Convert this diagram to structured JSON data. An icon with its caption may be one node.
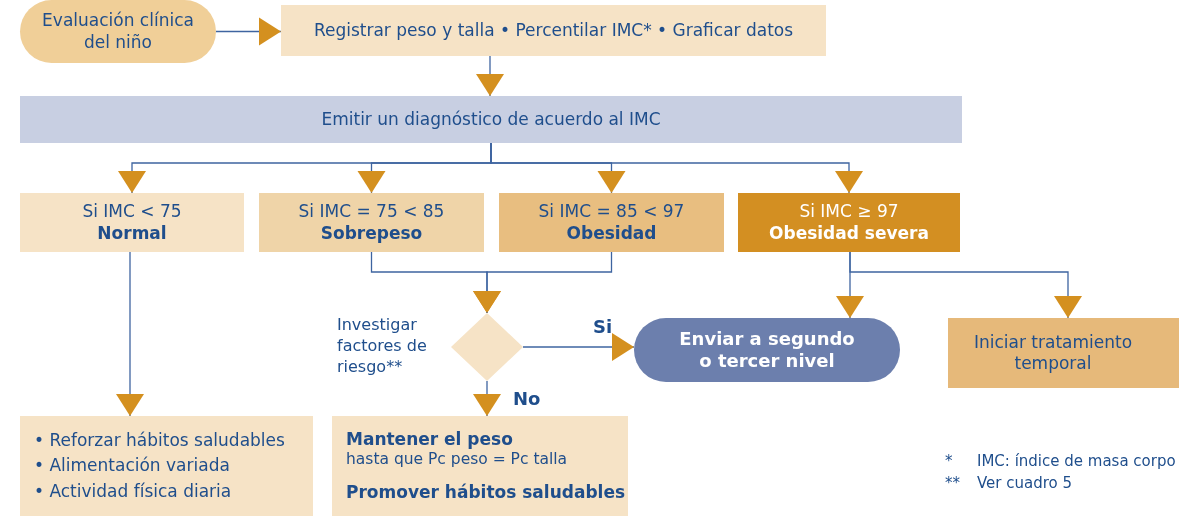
{
  "diagram": {
    "nodes": [
      {
        "text": [
          "Evaluación clínica del niño"
        ]
      },
      {
        "text": [
          "Registrar peso y talla • Percentilar IMC* • Graficar datos"
        ]
      },
      {
        "text": [
          "Emitir un diagnóstico de acuerdo al IMC"
        ]
      },
      {
        "text": [
          "Si IMC < 75",
          "Normal"
        ]
      },
      {
        "text": [
          "Si IMC = 75 < 85",
          "Sobrepeso"
        ]
      },
      {
        "text": [
          "Si IMC = 85 < 97",
          "Obesidad"
        ]
      },
      {
        "text": [
          "Si IMC ≥ 97",
          "Obesidad severa"
        ]
      },
      {
        "text": [],
        "shape": "diamond",
        "beside": [
          "Investigar factores de riesgo**"
        ]
      },
      {
        "text": [
          "Enviar a segundo o tercer nivel"
        ]
      },
      {
        "text": [
          "Iniciar tratamiento temporal"
        ]
      },
      {
        "text": [
          "• Reforzar hábitos saludables",
          "• Alimentación variada",
          "• Actividad física diaria"
        ]
      },
      {
        "text": [
          "Mantener el peso",
          "hasta que Pc peso = Pc talla",
          "Promover hábitos saludables"
        ]
      }
    ],
    "edges": [
      {
        "from": 0,
        "to": 1,
        "arrow": "to"
      },
      {
        "from": 1,
        "to": 2,
        "arrow": "to"
      },
      {
        "from": 2,
        "to": 3,
        "arrow": "to"
      },
      {
        "from": 2,
        "to": 4,
        "arrow": "to"
      },
      {
        "from": 2,
        "to": 5,
        "arrow": "to"
      },
      {
        "from": 2,
        "to": 6,
        "arrow": "to"
      },
      {
        "from": 3,
        "to": 10,
        "arrow": "to"
      },
      {
        "from": 4,
        "to": 7,
        "arrow": "to"
      },
      {
        "from": 5,
        "to": 7,
        "arrow": "to"
      },
      {
        "from": 7,
        "to": 8,
        "arrow": "to",
        "label": "Si"
      },
      {
        "from": 7,
        "to": 11,
        "arrow": "to",
        "label": "No"
      },
      {
        "from": 6,
        "to": 8,
        "arrow": "to"
      },
      {
        "from": 6,
        "to": 9,
        "arrow": "to"
      }
    ],
    "labels": [
      "*",
      "IMC: índice de masa corpo",
      "**",
      "Ver cuadro 5"
    ]
  }
}
